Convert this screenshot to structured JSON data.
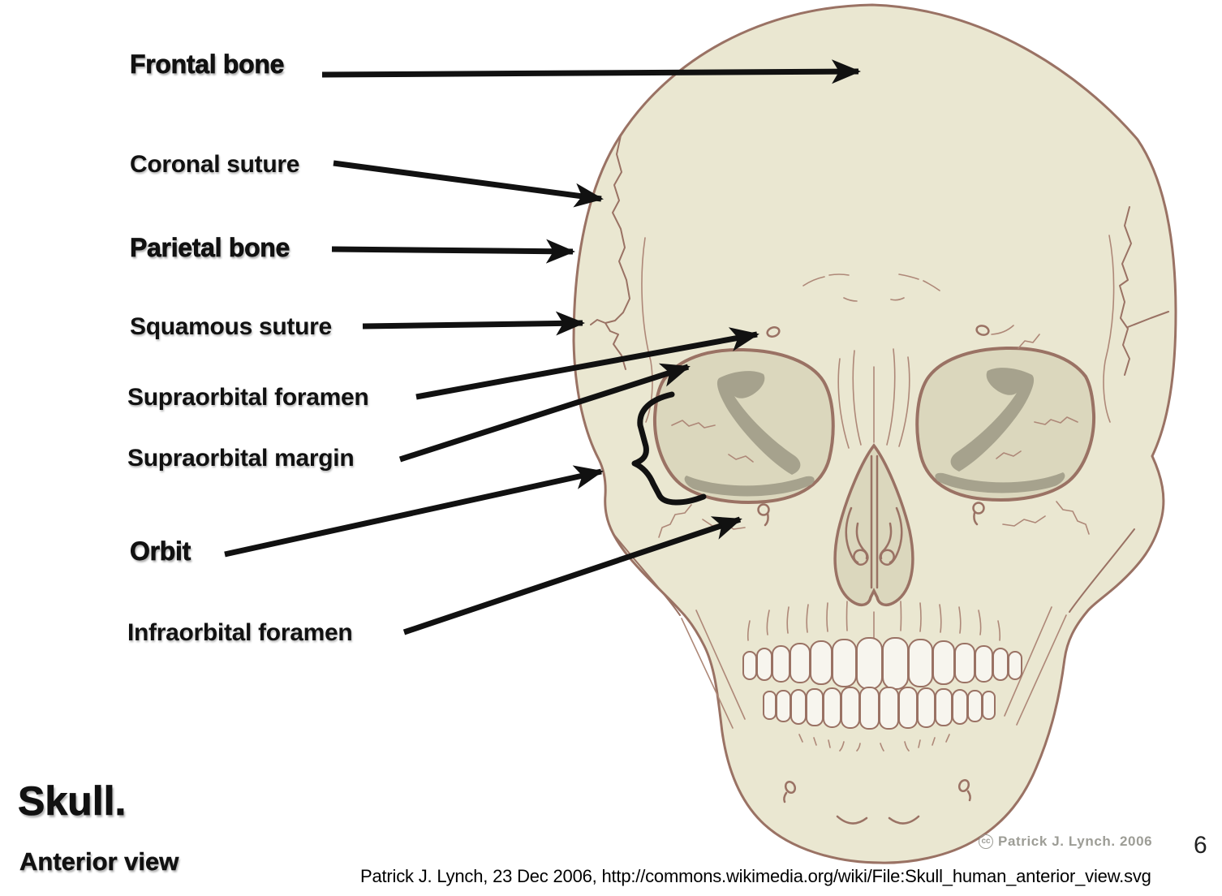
{
  "slide": {
    "title": "Skull.",
    "subtitle": "Anterior view",
    "page_number": "6",
    "attribution": "Patrick J. Lynch, 23 Dec 2006, http://commons.wikimedia.org/wiki/File:Skull_human_anterior_view.svg",
    "watermark": {
      "badge": "cc",
      "text": "Patrick J. Lynch. 2006"
    }
  },
  "labels": [
    {
      "text": "Frontal bone",
      "emphasis": true
    },
    {
      "text": "Coronal suture",
      "emphasis": false
    },
    {
      "text": "Parietal bone",
      "emphasis": true
    },
    {
      "text": "Squamous suture",
      "emphasis": false
    },
    {
      "text": "Supraorbital foramen",
      "emphasis": false
    },
    {
      "text": "Supraorbital margin",
      "emphasis": false
    },
    {
      "text": "Orbit",
      "emphasis": true
    },
    {
      "text": "Infraorbital foramen",
      "emphasis": false
    }
  ],
  "colors": {
    "bone": "#EAE7D1",
    "bone-shadow": "#DBD7BD",
    "fissure": "#A6A28D",
    "outline": "#9A7264",
    "outline-light": "#AE8878",
    "ink": "#111111",
    "watermark-gray": "#9D9D96"
  }
}
